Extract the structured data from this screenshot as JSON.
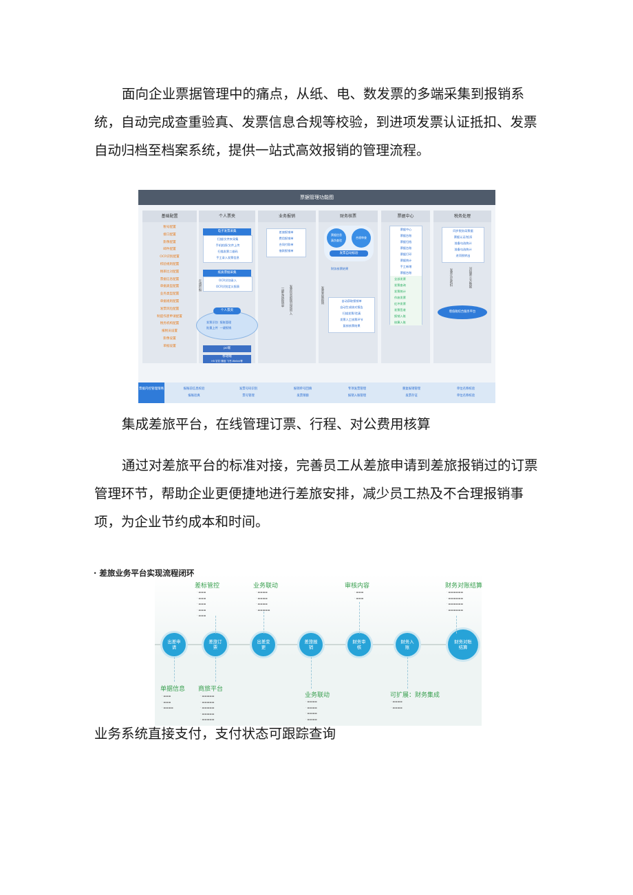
{
  "paragraph1": "面向企业票据管理中的痛点，从纸、电、数发票的多端采集到报销系统，自动完成查重验真、发票信息合规等校验，到进项发票认证抵扣、发票自动归档至档案系统，提供一站式高效报销的管理流程。",
  "heading2": "集成差旅平台，在线管理订票、行程、对公费用核算",
  "paragraph3": "通过对差旅平台的标准对接，完善员工从差旅申请到差旅报销过的订票管理环节，帮助企业更便捷地进行差旅安排，减少员工热及不合理报销事项，为企业节约成本和时间。",
  "heading4": "业务系统直接支付，支付状态可跟踪查询",
  "figure1": {
    "title": "票据管理功能图",
    "columns": [
      "基础配置",
      "个人票夹",
      "业务报销",
      "财务核票",
      "票据中心",
      "税务处理"
    ],
    "basic_items": [
      "税号配置",
      "接口配置",
      "影像配置",
      "邮件配置",
      "OCR识别配置",
      "校验规则配置",
      "税率比对配置",
      "票据信息配置",
      "单据类型配置",
      "业务类型配置",
      "单据规则配置",
      "发票风险配置",
      "制度作废申请配置",
      "税务机构配置",
      "报税员设置",
      "影像设置",
      "单据设置"
    ],
    "personal": {
      "box1_title": "电子发票采集",
      "box1_items": [
        "扫描/文件夹采集",
        "手机拍照/文件上传",
        "扫描发票二维码",
        "手工录入发票信息"
      ],
      "box2_title": "纸质票据采集",
      "box2_items": [
        "OCR识别录入",
        "OCR识别定义报表"
      ],
      "cloud_title": "个人票夹",
      "cloud_items": [
        "发票识别",
        "报账管理",
        "批量上传",
        "一键报销"
      ],
      "pc_label": "pc端",
      "mobile_label": "移动端",
      "mobile_sub": "H5 钉钉 微信 飞书 Welink等"
    },
    "business_items": [
      "差旅报销单",
      "费用报销单",
      "合同付款单",
      "借款报销单"
    ],
    "finance": {
      "circle1": "票据信息真伪查验",
      "circle2": "合规审查",
      "bar": "发票自动核验",
      "sub": "财务核票结果",
      "list": [
        "自动获取报销单",
        "自动生成核对报告",
        "扫描发票/验真",
        "发票人工核票环节",
        "复核核票结果"
      ]
    },
    "center_items": [
      "票据中心",
      "票据台账",
      "票据归档",
      "票据台账",
      "票据打印",
      "票据统计",
      "手工新增",
      "票据台账"
    ],
    "center_green": [
      "全部发票",
      "发票查询",
      "发票统计",
      "作废发票",
      "红冲发票",
      "发票签收",
      "报销入账",
      "核算入账"
    ],
    "tax_items": [
      "同步税务局票据",
      "票据认证/抵扣",
      "准备勾选统计",
      "准备勾选统计",
      "进项税转出"
    ],
    "tax_circle": "增值税综合服务平台",
    "vertical_labels": [
      "在线抄报",
      "一键生成报销单",
      "发票信息报销自动带入",
      "发票关联报销",
      "发票认证抵扣",
      "对接第三方数据"
    ],
    "bottom": {
      "label": "票据内控管理策略",
      "cells": [
        [
          "报账前信息校验",
          "报账验真"
        ],
        [
          "发票号码识别",
          "票号管理"
        ],
        [
          "报销单号回填",
          "发票限额"
        ],
        [
          "专项发票管理",
          "报销入账管理"
        ],
        [
          "重复报销管理",
          "发票存证"
        ],
        [
          "单位名称校验",
          "单位名称校验"
        ]
      ]
    }
  },
  "figure2": {
    "title": "· 差旅业务平台实现流程闭环",
    "nodes": [
      "出差申请",
      "差旅订票",
      "出差变更",
      "差旅报销",
      "财务审核",
      "财务入账",
      "财务对账结算"
    ],
    "top_labels": [
      "差标管控",
      "业务联动",
      "审核内容",
      "财务对账结算"
    ],
    "bottom_labels": [
      "单据信息",
      "商旅平台",
      "业务联动",
      "可扩展：财务集成"
    ]
  }
}
